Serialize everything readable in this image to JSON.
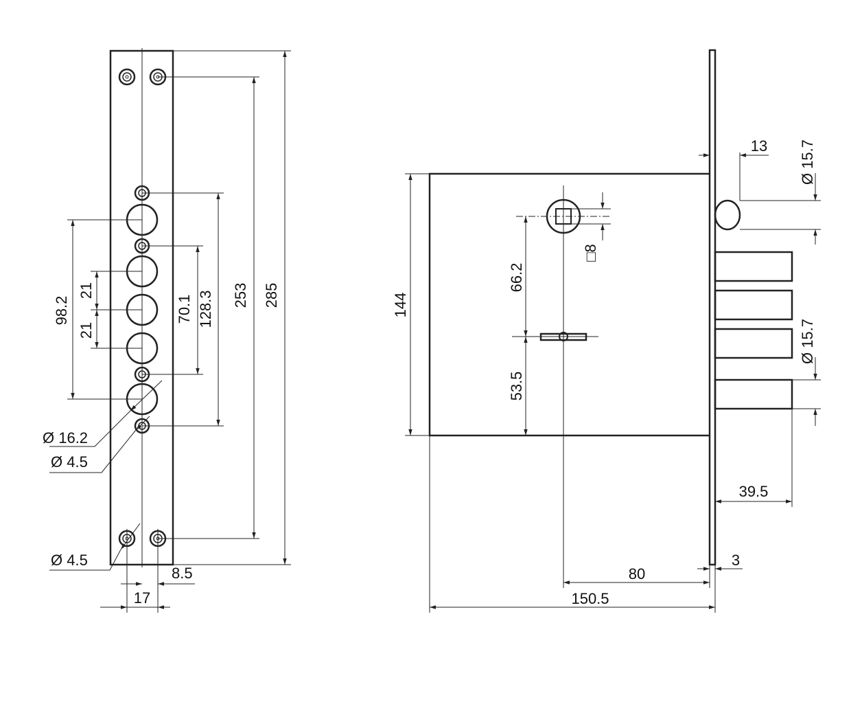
{
  "strike_plate": {
    "hole_dia_small": "Ø 4.5",
    "hole_dia_bolt": "Ø 16.2",
    "hole_dia_mount": "Ø 4.5",
    "dim_pitch": "21",
    "dim_pitch_2": "21",
    "dim_span_bolts": "98.2",
    "dim_inner_holes": "70.1",
    "dim_outer_holes": "128.3",
    "dim_mount_holes": "253",
    "dim_length": "285",
    "dim_hole_spacing": "17",
    "dim_edge_offset": "8.5"
  },
  "lock_body": {
    "dim_height": "144",
    "dim_spindle_to_key": "66.2",
    "dim_key_to_bottom": "53.5",
    "dim_spindle_square": "□8",
    "dim_latch_dia": "Ø 15.7",
    "dim_bolt_dia": "Ø 15.7",
    "dim_latch_gap": "13",
    "dim_bolt_throw": "39.5",
    "dim_backset": "80",
    "dim_plate_thickness": "3",
    "dim_total_width": "150.5"
  },
  "colors": {
    "line": "#222222",
    "background": "#ffffff"
  }
}
